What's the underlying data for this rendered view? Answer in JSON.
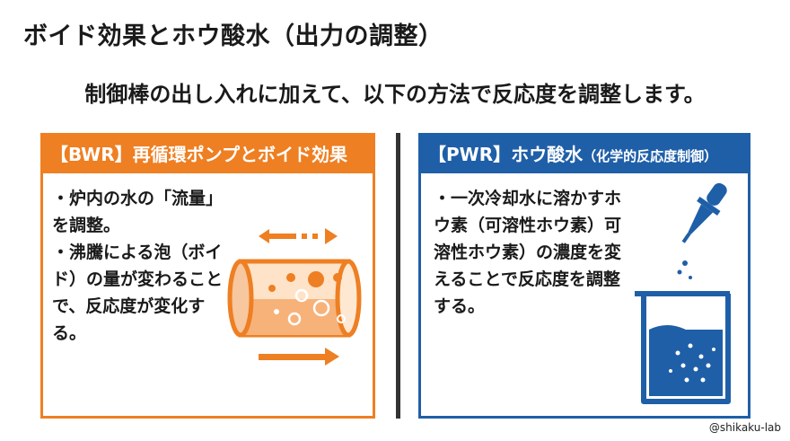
{
  "title": "ボイド効果とホウ酸水（出力の調整）",
  "subtitle": "制御棒の出し入れに加えて、以下の方法で反応度を調整します。",
  "bwr": {
    "tag": "【BWR】",
    "title": "再循環ポンプとボイド効果",
    "bullets": [
      "・炉内の水の「流量」を調整。",
      "・沸騰による泡（ボイド）の量が変わることで、反応度が変化する。"
    ],
    "color": "#ee7f22"
  },
  "pwr": {
    "tag": "【PWR】",
    "title": "ホウ酸水",
    "note": "（化学的反応度制御）",
    "bullets": [
      "・一次冷却水に溶かすホウ素（可溶性ホウ素）可溶性ホウ素）の濃度を変えることで反応度を調整する。"
    ],
    "color": "#1f5fa8"
  },
  "icons": [
    "flow-arrows-icon",
    "pipe-with-bubbles-icon",
    "dropper-icon",
    "beaker-icon"
  ],
  "credit": "@shikaku-lab"
}
